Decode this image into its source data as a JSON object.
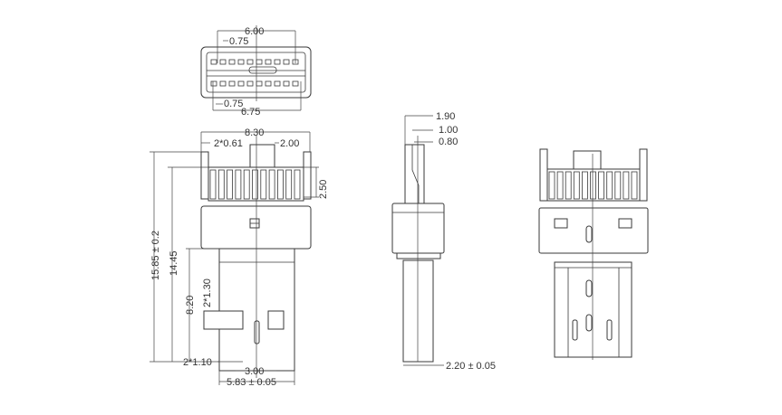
{
  "top_view": {
    "width_6_00": "6.00",
    "pitch_top": "0.75",
    "pitch_bottom": "0.75",
    "width_6_75": "6.75"
  },
  "front_view": {
    "width_8_30": "8.30",
    "post_width": "2*0.61",
    "tab_width": "2.00",
    "fin_height": "2.50",
    "total_length": "15.85 ± 0.2",
    "length_14_45": "14.45",
    "plug_length": "8.20",
    "window_height": "2*1.30",
    "window_width": "2*1.10",
    "window_spacing": "3.00",
    "plug_width": "5.83 ± 0.05"
  },
  "side_view": {
    "dim_1_90": "1.90",
    "dim_1_00": "1.00",
    "dim_0_80": "0.80",
    "plug_thickness": "2.20 ± 0.05"
  }
}
